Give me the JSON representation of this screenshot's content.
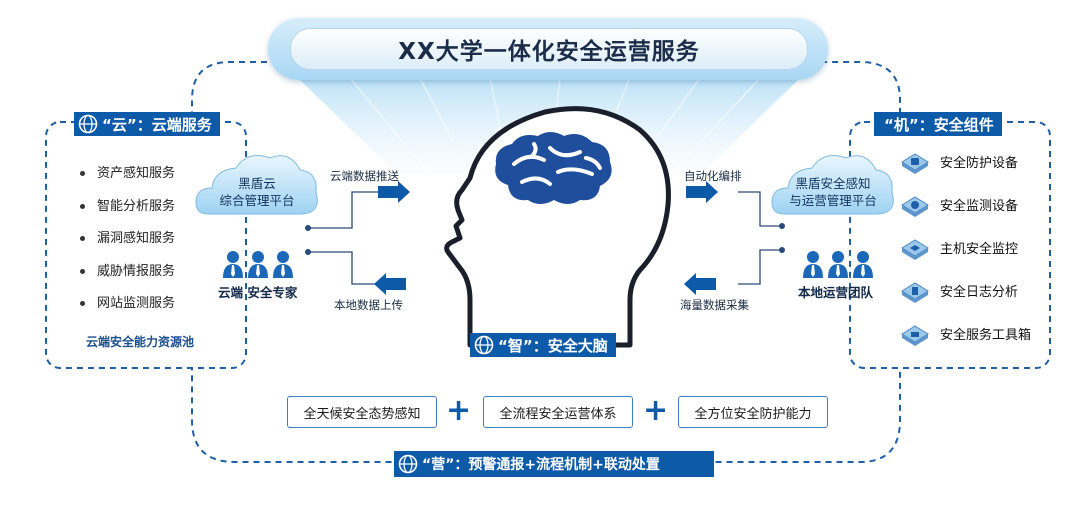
{
  "title": "XX大学一体化安全运营服务",
  "cloud_section": {
    "tag": "“云”：云端服务",
    "services": [
      "资产感知服务",
      "智能分析服务",
      "漏洞感知服务",
      "威胁情报服务",
      "网站监测服务"
    ],
    "pool": "云端安全能力资源池",
    "platform_line1": "黑盾云",
    "platform_line2": "综合管理平台",
    "team": "云端 安全专家"
  },
  "machine_section": {
    "tag": "“机”：安全组件",
    "components": [
      "安全防护设备",
      "安全监测设备",
      "主机安全监控",
      "安全日志分析",
      "安全服务工具箱"
    ],
    "platform_line1": "黑盾安全感知",
    "platform_line2": "与运营管理平台",
    "team": "本地运营团队"
  },
  "flows": {
    "cloud_push": "云端数据推送",
    "local_upload": "本地数据上传",
    "auto_orchestration": "自动化编排",
    "mass_collection": "海量数据采集"
  },
  "brain_tag": "“智”：安全大脑",
  "capabilities": [
    "全天候安全态势感知",
    "全流程安全运营体系",
    "全方位安全防护能力"
  ],
  "plus_sign": "+",
  "operation_tag": "“营”：预警通报+流程机制+联动处置",
  "colors": {
    "primary": "#0d5aa8",
    "light_blue": "#a9d7f4",
    "brain": "#1f4e9c"
  }
}
